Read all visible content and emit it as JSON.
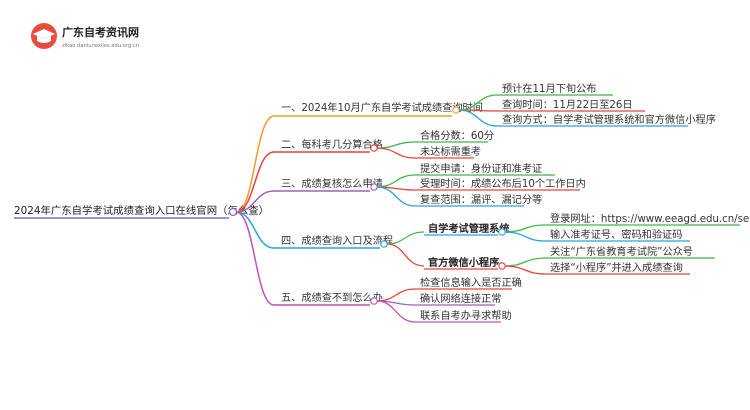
{
  "logo": {
    "title": "广东自考资讯网",
    "subtitle": "zikao.danlunexiles.edu.org.cn"
  },
  "root": "2024年广东自学考试成绩查询入口在线官网（怎么查）",
  "branches": [
    {
      "label": "一、2024年10月广东自学考试成绩查询时间",
      "children": [
        "预计在11月下旬公布",
        "查询时间：11月22日至26日",
        "查询方式：自学考试管理系统和官方微信小程序"
      ]
    },
    {
      "label": "二、每科考几分算合格",
      "children": [
        "合格分数：60分",
        "未达标需重考"
      ]
    },
    {
      "label": "三、成绩复核怎么申请",
      "children": [
        "提交申请：身份证和准考证",
        "受理时间：成绩公布后10个工作日内",
        "复查范围：漏评、漏记分等"
      ]
    },
    {
      "label": "四、成绩查询入口及流程",
      "subbranches": [
        {
          "label": "自学考试管理系统",
          "children": [
            "登录网址：https://www.eeagd.edu.cn/selfec/",
            "输入准考证号、密码和验证码"
          ]
        },
        {
          "label": "官方微信小程序",
          "children": [
            "关注“广东省教育考试院”公众号",
            "选择“小程序”并进入成绩查询"
          ]
        }
      ]
    },
    {
      "label": "五、成绩查不到怎么办",
      "children": [
        "检查信息输入是否正确",
        "确认网络连接正常",
        "联系自考办寻求帮助"
      ]
    }
  ],
  "colors": {
    "b1": "#f39c2b",
    "b2": "#e5443c",
    "b3": "#9a62c4",
    "b4": "#2aa4dd",
    "b4_green": "#3fb848",
    "b4_red": "#e5443c",
    "b5": "#c050b8",
    "root_line": "#7a6fc0"
  }
}
